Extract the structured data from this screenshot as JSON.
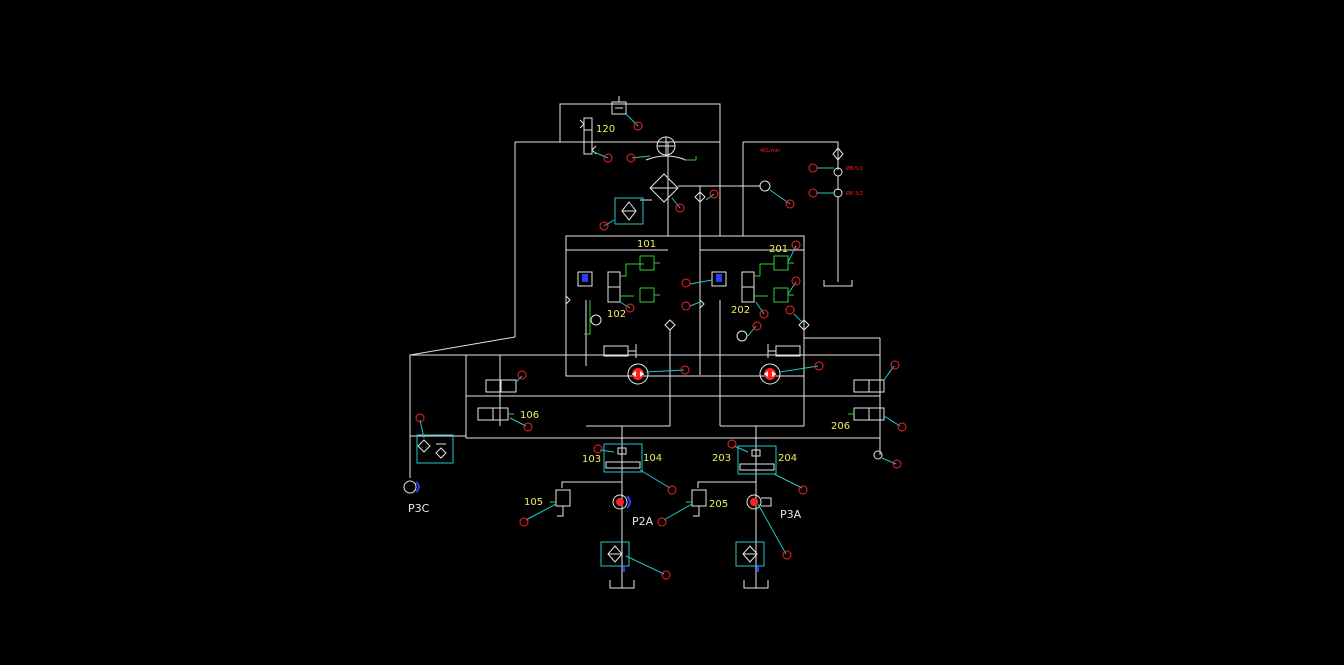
{
  "labels": {
    "v120": "120",
    "v101": "101",
    "v201": "201",
    "v102": "102",
    "v202": "202",
    "v106": "106",
    "v206": "206",
    "v103": "103",
    "v104": "104",
    "v203": "203",
    "v204": "204",
    "v105": "105",
    "v205": "205",
    "p3c": "P3C",
    "p2a": "P2A",
    "p3a": "P3A"
  },
  "annotations": {
    "rate": "40L/min",
    "check_top": "Ø8-5/2",
    "check_bottom": "Ø8-3/2"
  },
  "colors": {
    "background": "#000000",
    "line": "#e6e6e6",
    "cyan": "#20c8c8",
    "green": "#30d030",
    "red": "#ff2020",
    "yellow": "#f0f060",
    "blue": "#2a3cff"
  }
}
